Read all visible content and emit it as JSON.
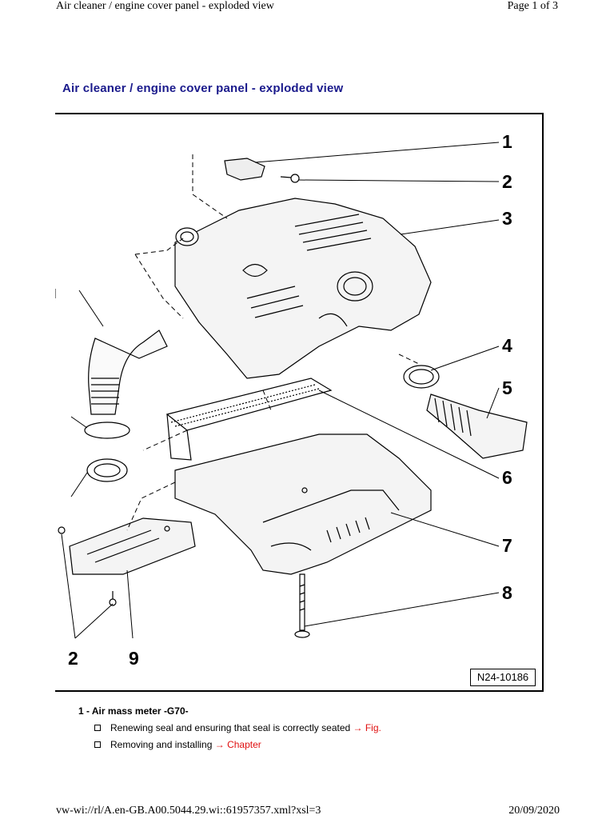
{
  "header": {
    "doc_title": "Air cleaner / engine cover panel - exploded view",
    "page_info": "Page 1 of 3"
  },
  "page_title": "Air cleaner / engine cover panel - exploded view",
  "figure": {
    "callouts": [
      "1",
      "2",
      "3",
      "4",
      "5",
      "6",
      "7",
      "8",
      "2",
      "9"
    ],
    "figure_id": "N24-10186"
  },
  "legend": {
    "item1_title": "1 - Air mass meter -G70-",
    "bullets": [
      {
        "text": "Renewing seal and ensuring that seal is correctly seated",
        "link": "→ Fig."
      },
      {
        "text": "Removing and installing",
        "link": "→ Chapter"
      }
    ]
  },
  "footer": {
    "url": "vw-wi://rl/A.en-GB.A00.5044.29.wi::61957357.xml?xsl=3",
    "date": "20/09/2020"
  },
  "colors": {
    "title_blue": "#1a1a8c",
    "link_red": "#e01010"
  }
}
